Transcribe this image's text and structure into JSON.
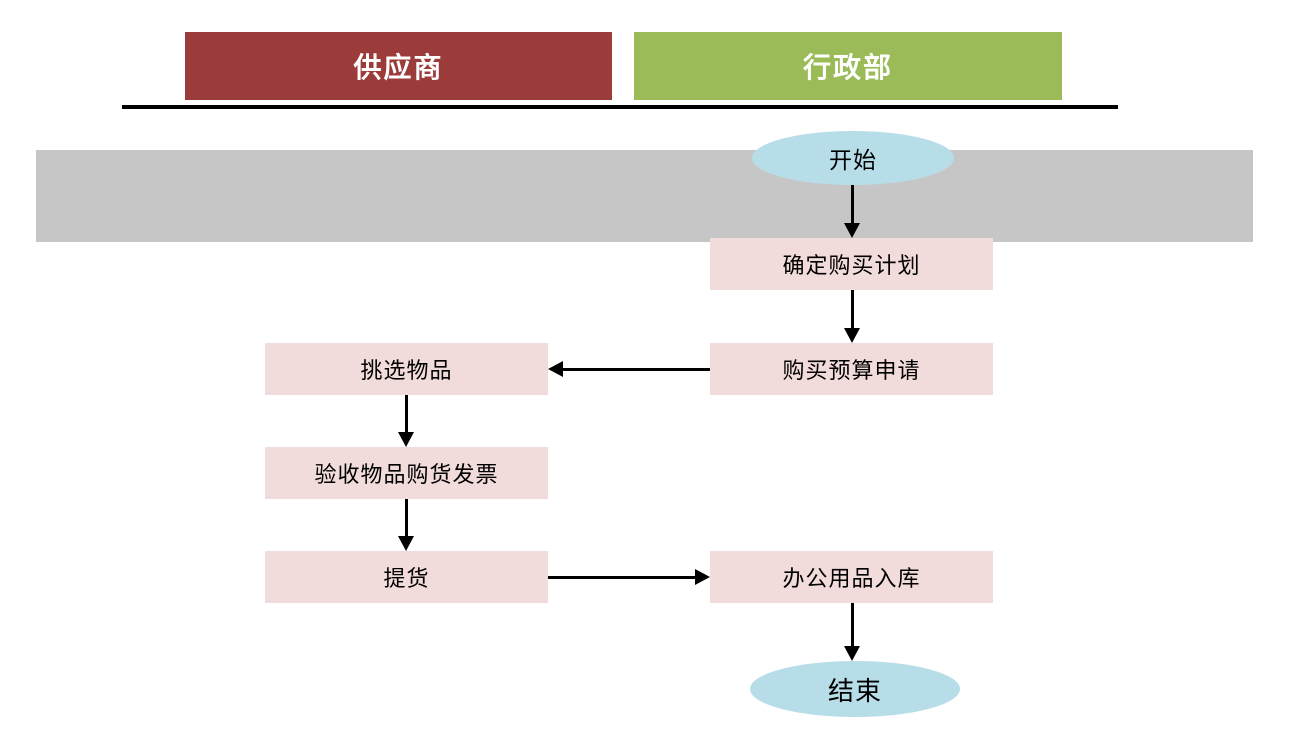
{
  "lanes": {
    "supplier": {
      "label": "供应商",
      "color": "#9b3b3a"
    },
    "admin": {
      "label": "行政部",
      "color": "#9bbb59"
    }
  },
  "flow": {
    "start": {
      "label": "开始",
      "shape": "ellipse"
    },
    "plan": {
      "label": "确定购买计划",
      "shape": "rect"
    },
    "budget": {
      "label": "购买预算申请",
      "shape": "rect"
    },
    "pick": {
      "label": "挑选物品",
      "shape": "rect"
    },
    "inspect": {
      "label": "验收物品购货发票",
      "shape": "rect"
    },
    "pickup": {
      "label": "提货",
      "shape": "rect"
    },
    "stock_in": {
      "label": "办公用品入库",
      "shape": "rect"
    },
    "end": {
      "label": "结束",
      "shape": "ellipse"
    }
  },
  "colors": {
    "supplier_header": "#9b3b3a",
    "admin_header": "#9bbb59",
    "header_text": "#ffffff",
    "process_fill": "#f2dcdb",
    "terminal_fill": "#b7dee8",
    "band_fill": "#c6c6c6",
    "divider": "#000000",
    "arrow": "#000000",
    "node_text": "#000000"
  }
}
